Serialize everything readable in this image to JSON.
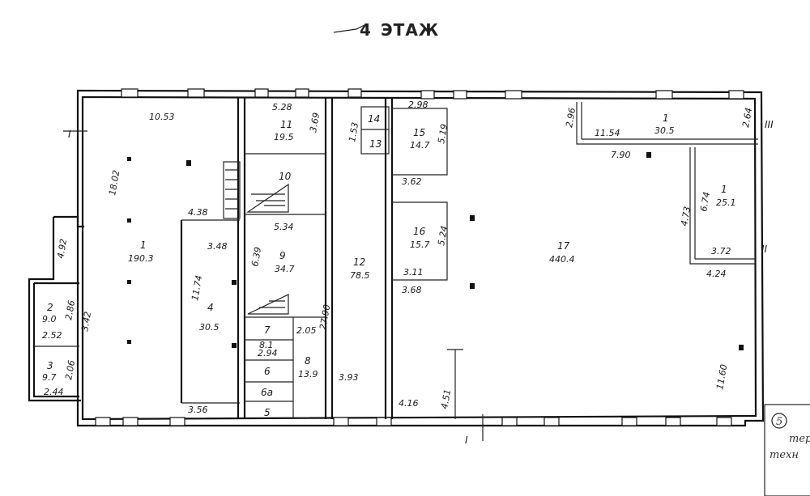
{
  "title": {
    "prefix": "4",
    "text": "ЭТАЖ"
  },
  "section_marks": {
    "left": "I",
    "bottom": "I",
    "right_top": "III",
    "right_mid": "II"
  },
  "rooms": {
    "r1": {
      "id": "1",
      "area": "190.3"
    },
    "r2": {
      "id": "2",
      "area": "9.0"
    },
    "r3": {
      "id": "3",
      "area": "9.7"
    },
    "r4": {
      "id": "4",
      "area": "30.5"
    },
    "r5": {
      "id": "5"
    },
    "r6": {
      "id": "6"
    },
    "r6a": {
      "id": "6а"
    },
    "r7": {
      "id": "7",
      "area": "8.1"
    },
    "r8": {
      "id": "8",
      "area": "13.9"
    },
    "r9": {
      "id": "9",
      "area": "34.7"
    },
    "r10": {
      "id": "10"
    },
    "r11": {
      "id": "11",
      "area": "19.5"
    },
    "r12": {
      "id": "12",
      "area": "78.5"
    },
    "r13": {
      "id": "13"
    },
    "r14": {
      "id": "14"
    },
    "r15": {
      "id": "15",
      "area": "14.7"
    },
    "r16": {
      "id": "16",
      "area": "15.7"
    },
    "r17": {
      "id": "17",
      "area": "440.4"
    },
    "r18": {
      "id": "1",
      "area": "30.5"
    },
    "r19": {
      "id": "1",
      "area": "25.1"
    }
  },
  "dims": {
    "d1053": "10.53",
    "d1802": "18.02",
    "d438": "4.38",
    "d348": "3.48",
    "d1174": "11.74",
    "d356": "3.56",
    "d528": "5.28",
    "d369": "3.69",
    "d534": "5.34",
    "d639": "6.39",
    "d205": "2.05",
    "d294": "2.94",
    "d2790": "27.90",
    "d393": "3.93",
    "d153": "1.53",
    "d298": "2.98",
    "d519": "5.19",
    "d362": "3.62",
    "d524": "5.24",
    "d311": "3.11",
    "d368": "3.68",
    "d416": "4.16",
    "d451": "4.51",
    "d1154": "11.54",
    "d296": "2.96",
    "d790": "7.90",
    "d264": "2.64",
    "d473": "4.73",
    "d674": "6.74",
    "d372": "3.72",
    "d424": "4.24",
    "d1160": "11.60",
    "d252": "2.52",
    "d286": "2.86",
    "d206": "2.06",
    "d244": "2.44",
    "d492": "4.92",
    "d342": "3.42"
  },
  "stamp": {
    "badge": "5",
    "line1": "тер",
    "line2": "техн"
  },
  "colors": {
    "ink": "#111111",
    "paper": "#ffffff"
  }
}
